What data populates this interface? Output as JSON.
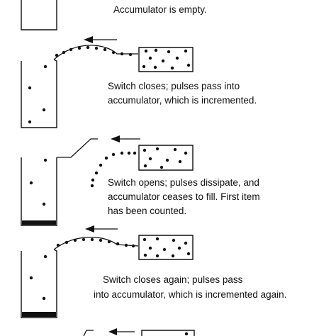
{
  "colors": {
    "ink": "#111111",
    "background": "#ffffff"
  },
  "captions": {
    "empty": "Accumulator is empty.",
    "closes_line1": "Switch closes; pulses pass into",
    "closes_line2": "accumulator, which is incremented.",
    "opens_line1": "Switch opens; pulses dissipate, and",
    "opens_line2": "accumulator ceases to fill.  First item",
    "opens_line3": "has been counted.",
    "again_line1": "Switch closes again; pulses pass",
    "again_line2": "into accumulator, which is incremented again."
  }
}
